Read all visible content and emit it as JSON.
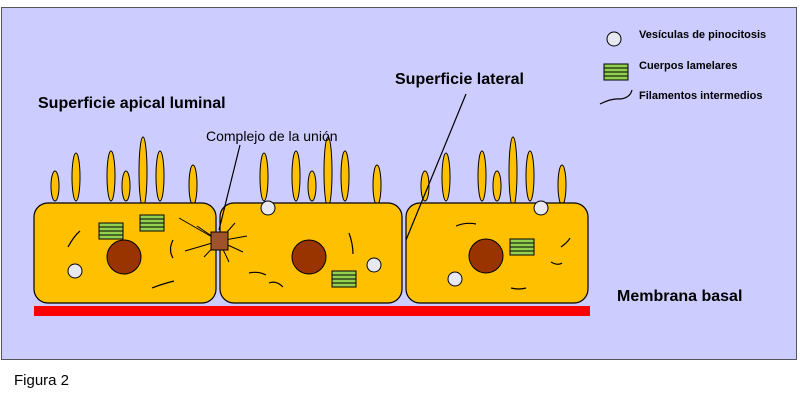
{
  "labels": {
    "apical": "Superficie apical luminal",
    "lateral": "Superficie lateral",
    "junction": "Complejo de la unión",
    "basal_membrane": "Membrana basal"
  },
  "legend": [
    {
      "icon": "vesicle-icon",
      "label": "Vesículas de pinocitosis"
    },
    {
      "icon": "lamellar-body-icon",
      "label": "Cuerpos lamelares"
    },
    {
      "icon": "filament-icon",
      "label": "Filamentos intermedios"
    }
  ],
  "caption": "Figura 2",
  "colors": {
    "background": "#ccccff",
    "cell_body": "#ffc000",
    "nucleus": "#993300",
    "basal_membrane": "#ff0000",
    "lamellar_body": "#92d050",
    "junction": "#a0522d"
  }
}
